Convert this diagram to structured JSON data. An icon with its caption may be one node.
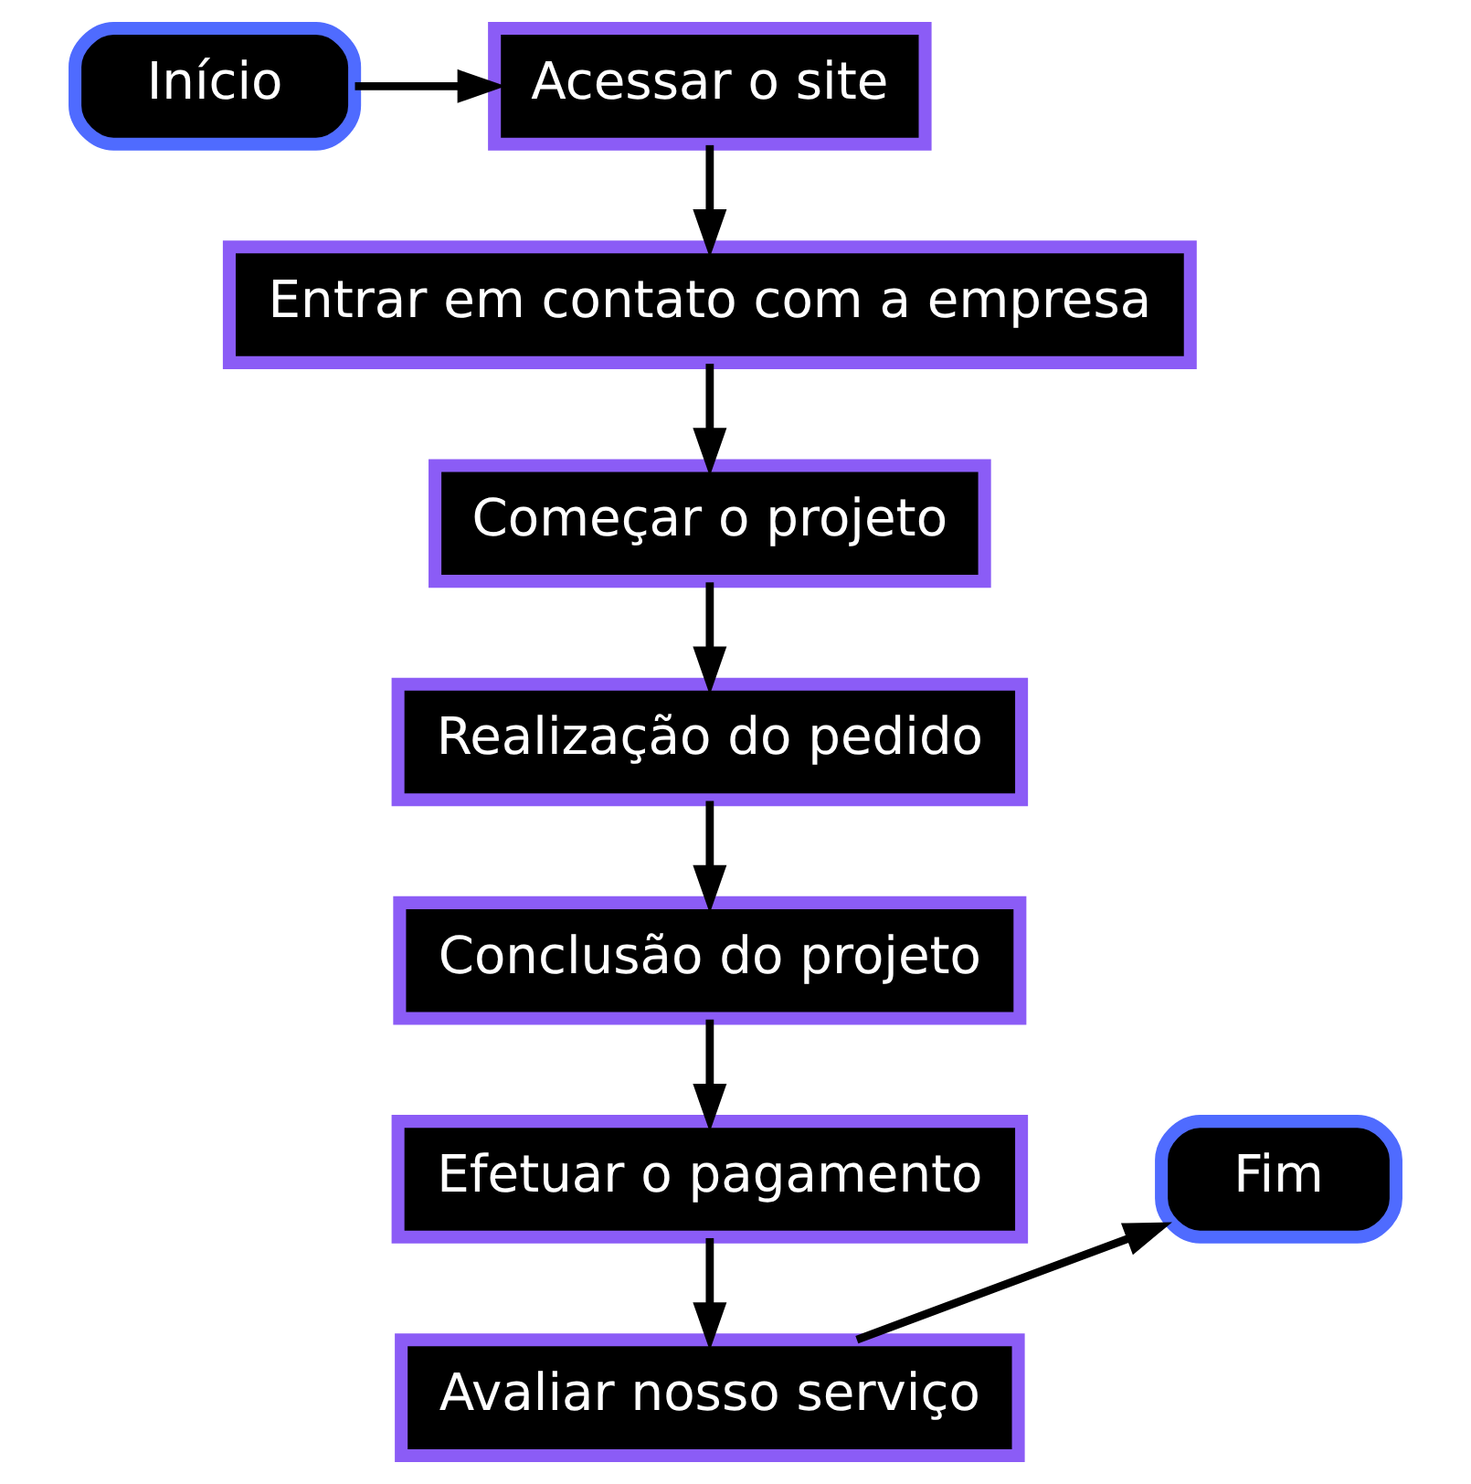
{
  "diagram": {
    "nodes": [
      {
        "text": [
          "Início"
        ]
      },
      {
        "text": [
          "Acessar o site"
        ]
      },
      {
        "text": [
          "Entrar em contato com a empresa"
        ]
      },
      {
        "text": [
          "Começar o projeto"
        ]
      },
      {
        "text": [
          "Realização do pedido"
        ]
      },
      {
        "text": [
          "Conclusão do projeto"
        ]
      },
      {
        "text": [
          "Efetuar o pagamento"
        ]
      },
      {
        "text": [
          "Avaliar nosso serviço"
        ]
      },
      {
        "text": [
          "Fim"
        ]
      }
    ],
    "edges": [
      {
        "from": 0,
        "to": 1,
        "arrow": "to"
      },
      {
        "from": 1,
        "to": 2,
        "arrow": "to"
      },
      {
        "from": 2,
        "to": 3,
        "arrow": "to"
      },
      {
        "from": 3,
        "to": 4,
        "arrow": "to"
      },
      {
        "from": 4,
        "to": 5,
        "arrow": "to"
      },
      {
        "from": 5,
        "to": 6,
        "arrow": "to"
      },
      {
        "from": 6,
        "to": 7,
        "arrow": "to"
      },
      {
        "from": 7,
        "to": 8,
        "arrow": "to"
      }
    ]
  }
}
